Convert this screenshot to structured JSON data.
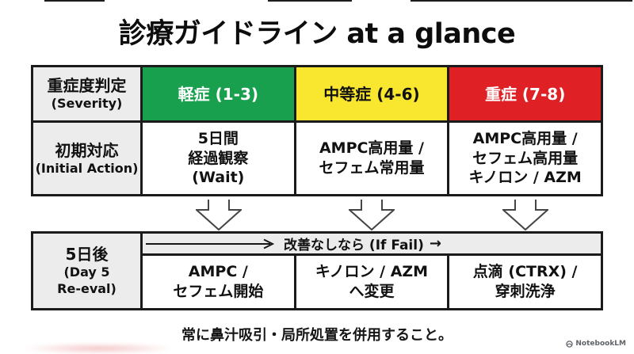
{
  "title": "診療ガイドライン at a glance",
  "colors": {
    "mild_green": "#18A04F",
    "moderate_yellow": "#F8E62F",
    "severe_red": "#DF2126",
    "header_gray": "#ECECEC",
    "border_black": "#1B1B1B"
  },
  "top_table": {
    "row1_header": {
      "line1": "重症度判定",
      "line2": "(Severity)"
    },
    "severity_cells": [
      {
        "label": "軽症 (1-3)"
      },
      {
        "label": "中等症 (4-6)"
      },
      {
        "label": "重症 (7-8)"
      }
    ],
    "row2_header": {
      "line1": "初期対応",
      "line2": "(Initial Action)"
    },
    "initial_action_cells": [
      {
        "line1": "5日間",
        "line2": "経過観察",
        "line3": "(Wait)"
      },
      {
        "line1": "AMPC高用量 /",
        "line2": "セフェム常用量"
      },
      {
        "line1": "AMPC高用量 /",
        "line2": "セフェム高用量",
        "line3": "キノロン / AZM"
      }
    ]
  },
  "bottom_table": {
    "row_header": {
      "line1": "5日後",
      "line2": "(Day 5",
      "line3": "Re-eval)"
    },
    "if_fail_label": "改善なしなら (If Fail)",
    "if_fail_trailing_arrow": "→",
    "action_cells": [
      {
        "line1": "AMPC /",
        "line2": "セフェム開始"
      },
      {
        "line1": "キノロン / AZM",
        "line2": "へ変更"
      },
      {
        "line1": "点滴 (CTRX) /",
        "line2": "穿刺洗浄"
      }
    ]
  },
  "footer_note": "常に鼻汁吸引・局所処置を併用すること。",
  "branding": {
    "label": "NotebookLM"
  }
}
